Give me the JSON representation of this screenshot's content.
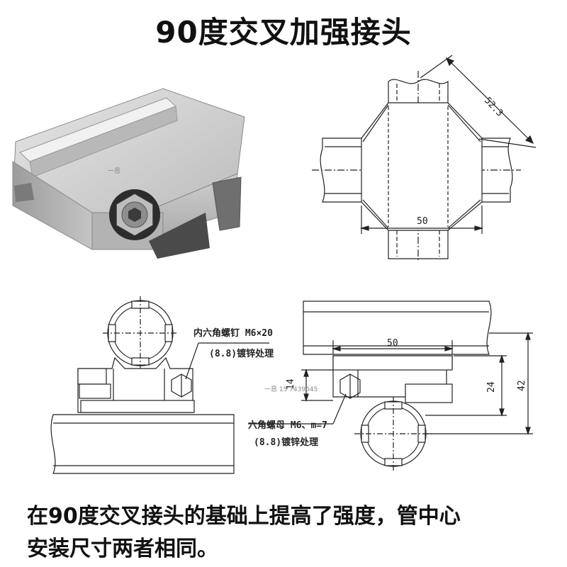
{
  "title": "90度交叉加强接头",
  "caption": {
    "line1": "在90度交叉接头的基础上提高了强度，管中心",
    "line2": "安装尺寸两者相同。"
  },
  "top_view": {
    "dim_diagonal": "52.3",
    "dim_width": "50"
  },
  "side_view": {
    "screw_label_line1": "内六角螺钉 M6×20",
    "screw_label_line2": "(8.8)镀锌处理",
    "nut_label_line1": "六角螺母 M6、m=7",
    "nut_label_line2": "(8.8)镀锌处理",
    "dim_width": "50",
    "dim_14": "14",
    "dim_24": "24",
    "dim_42": "42"
  },
  "watermark": {
    "photo": "一恳",
    "drawing": "一恳 15 7439645"
  }
}
